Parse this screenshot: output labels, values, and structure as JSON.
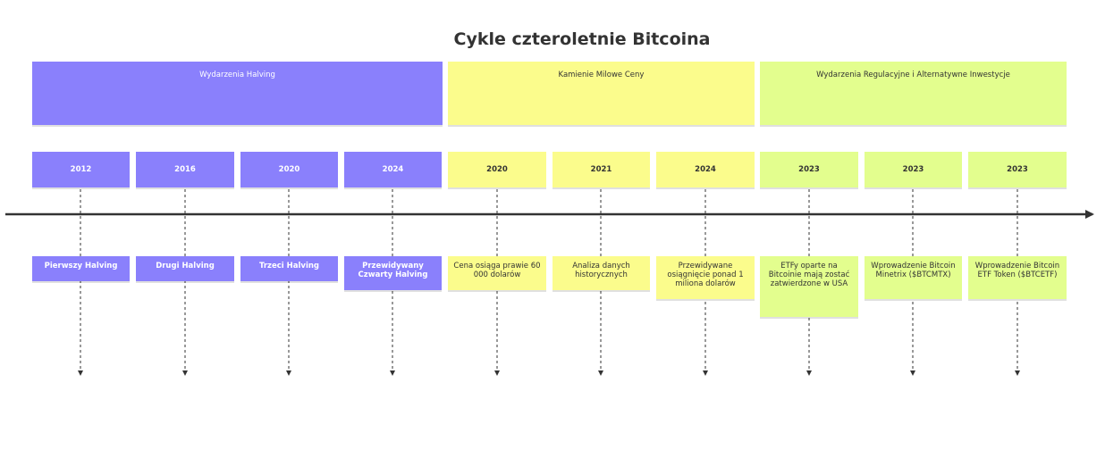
{
  "title": "Cykle czteroletnie Bitcoina",
  "sections": [
    {
      "label": "Wydarzenia Halving",
      "color": "#8a80fc",
      "periods": [
        {
          "year": "2012",
          "event": "Pierwszy Halving"
        },
        {
          "year": "2016",
          "event": "Drugi Halving"
        },
        {
          "year": "2020",
          "event": "Trzeci Halving"
        },
        {
          "year": "2024",
          "event": "Przewidywany Czwarty Halving"
        }
      ]
    },
    {
      "label": "Kamienie Milowe Ceny",
      "color": "#fbfc8c",
      "periods": [
        {
          "year": "2020",
          "event": "Cena osiąga prawie 60 000 dolarów"
        },
        {
          "year": "2021",
          "event": "Analiza danych historycznych"
        },
        {
          "year": "2024",
          "event": "Przewidywane osiągnięcie ponad 1 miliona dolarów"
        }
      ]
    },
    {
      "label": "Wydarzenia Regulacyjne i Alternatywne Inwestycje",
      "color": "#e3fe8e",
      "periods": [
        {
          "year": "2023",
          "event": "ETFy oparte na Bitcoinie mają zostać zatwierdzone w USA"
        },
        {
          "year": "2023",
          "event": "Wprowadzenie Bitcoin Minetrix ($BTCMTX)"
        },
        {
          "year": "2023",
          "event": "Wprowadzenie Bitcoin ETF Token ($BTCETF)"
        }
      ]
    }
  ]
}
